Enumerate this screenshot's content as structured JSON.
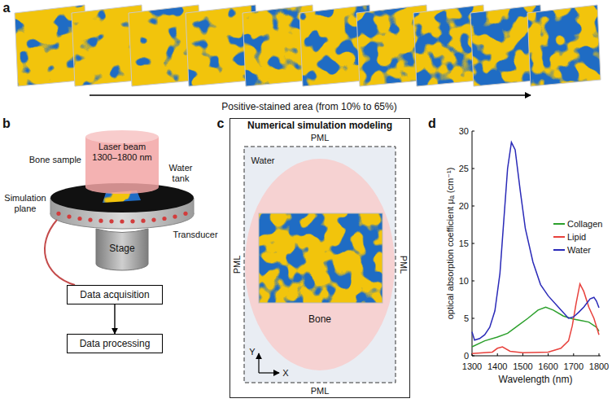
{
  "diagram": {
    "nodes": [
      {
        "text": [
          "Laser beam 1300–1800 nm"
        ]
      },
      {
        "text": [
          "Stage"
        ]
      },
      {
        "text": [
          "Data acquisition"
        ]
      },
      {
        "text": [
          "Data processing"
        ]
      },
      {
        "text": [
          "Numerical simulation modeling"
        ]
      }
    ],
    "edges": [
      {
        "from": 2,
        "to": 3,
        "arrow": "to"
      }
    ],
    "labels": [
      "a",
      "Positive-stained area (from 10% to 65%)",
      "b",
      "Bone sample",
      "Water tank",
      "Simulation plane",
      "Transducer",
      "c",
      "PML",
      "PML",
      "PML",
      "PML",
      "Water",
      "Bone",
      "Y",
      "X",
      "d",
      "optical absorption coefficient μₐ (cm⁻¹)",
      "0",
      "5",
      "10",
      "15",
      "20",
      "25",
      "30",
      "1300",
      "1400",
      "1500",
      "1600",
      "1700",
      "1800",
      "Wavelength (nm)"
    ],
    "legend": [
      {
        "text": "Collagen",
        "color": "#2ca02c"
      },
      {
        "text": "Lipid",
        "color": "#e8413c"
      },
      {
        "text": "Water",
        "color": "#2a2ab8"
      }
    ]
  }
}
